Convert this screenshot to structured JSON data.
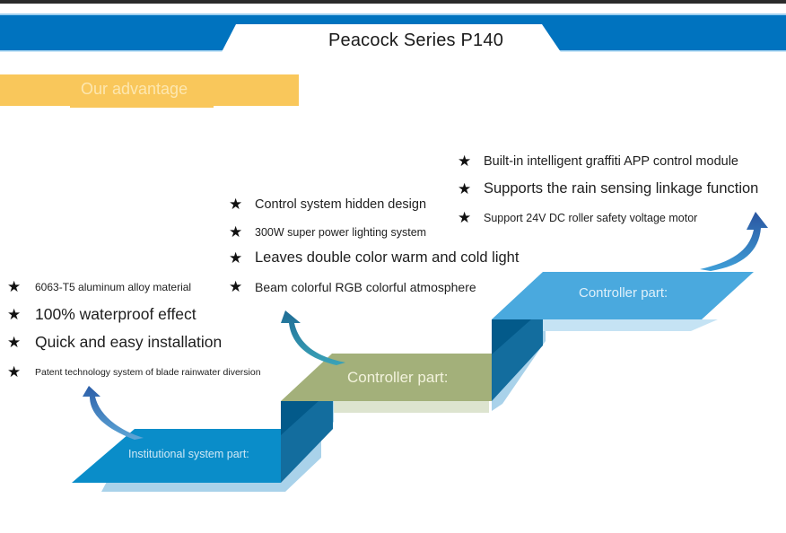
{
  "header": {
    "title": "Peacock Series P140",
    "band_color": "#0073bf"
  },
  "section": {
    "label": "Our advantage",
    "color": "#f9c75b"
  },
  "stages": [
    {
      "label": "Institutional system part:",
      "color": "#0a8dc9",
      "features": [
        {
          "text": "6063-T5 aluminum alloy material",
          "size": "sm"
        },
        {
          "text": "100% waterproof effect",
          "size": "lg"
        },
        {
          "text": "Quick and easy installation",
          "size": "lg"
        },
        {
          "text": "Patent technology system of blade rainwater diversion",
          "size": "xs"
        }
      ]
    },
    {
      "label": "Controller part:",
      "color": "#a3b07a",
      "features": [
        {
          "text": "Control system hidden design",
          "size": "md"
        },
        {
          "text": "300W super power lighting system",
          "size": "sm"
        },
        {
          "text": "Leaves double color warm and cold light",
          "size": "lg"
        },
        {
          "text": "Beam colorful RGB colorful atmosphere",
          "size": "md"
        }
      ]
    },
    {
      "label": "Controller part:",
      "color": "#4aa9de",
      "features": [
        {
          "text": "Built-in intelligent graffiti APP control module",
          "size": "md"
        },
        {
          "text": "Supports the rain sensing linkage function",
          "size": "lg"
        },
        {
          "text": "Support 24V DC roller safety voltage motor",
          "size": "sm"
        }
      ]
    }
  ],
  "icons": {
    "bullet": "★"
  }
}
